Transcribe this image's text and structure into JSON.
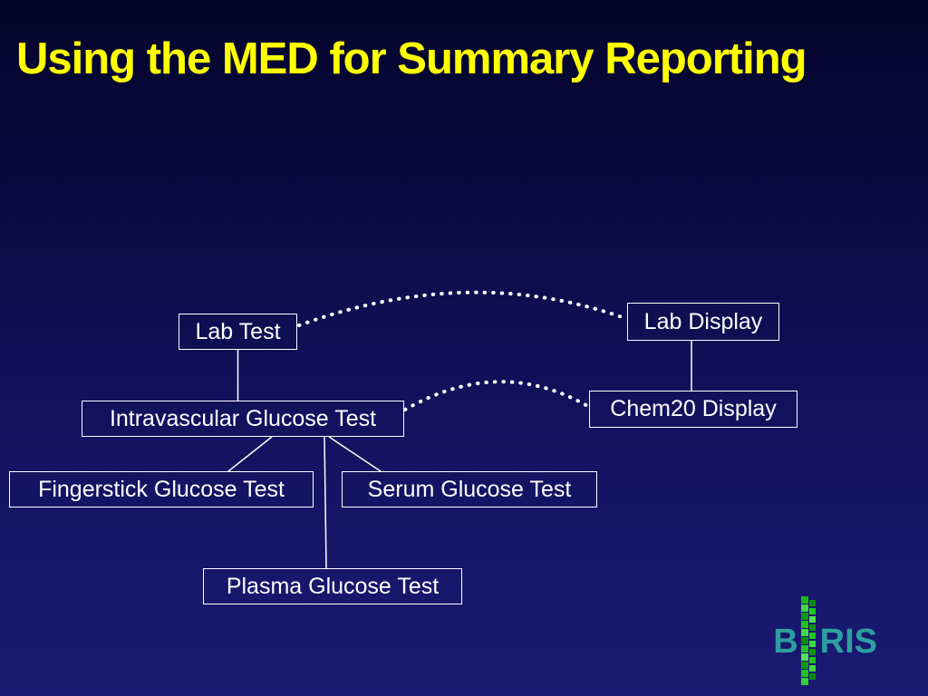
{
  "slide": {
    "title": "Using the MED for Summary Reporting",
    "title_color": "#ffff00",
    "background_top_color": "#05052a",
    "background_bottom_color": "#1a1a74"
  },
  "diagram": {
    "box_border_color": "#ffffff",
    "box_text_color": "#ffffff",
    "connector_color": "#ffffff",
    "nodes": [
      {
        "id": "lab-test",
        "label": "Lab Test"
      },
      {
        "id": "lab-display",
        "label": "Lab Display"
      },
      {
        "id": "intravascular-glucose-test",
        "label": "Intravascular Glucose Test"
      },
      {
        "id": "chem20-display",
        "label": "Chem20 Display"
      },
      {
        "id": "fingerstick-glucose-test",
        "label": "Fingerstick Glucose Test"
      },
      {
        "id": "serum-glucose-test",
        "label": "Serum Glucose Test"
      },
      {
        "id": "plasma-glucose-test",
        "label": "Plasma Glucose Test"
      }
    ],
    "edges": [
      {
        "from": "lab-test",
        "to": "intravascular-glucose-test",
        "style": "solid"
      },
      {
        "from": "lab-display",
        "to": "chem20-display",
        "style": "solid"
      },
      {
        "from": "intravascular-glucose-test",
        "to": "fingerstick-glucose-test",
        "style": "solid"
      },
      {
        "from": "intravascular-glucose-test",
        "to": "serum-glucose-test",
        "style": "solid"
      },
      {
        "from": "intravascular-glucose-test",
        "to": "plasma-glucose-test",
        "style": "solid"
      },
      {
        "from": "lab-test",
        "to": "lab-display",
        "style": "dotted"
      },
      {
        "from": "intravascular-glucose-test",
        "to": "chem20-display",
        "style": "dotted"
      }
    ]
  },
  "logo": {
    "left": "B",
    "right": "RIS",
    "text_color": "#2d9f9f",
    "pixel_color": "#22c422"
  }
}
